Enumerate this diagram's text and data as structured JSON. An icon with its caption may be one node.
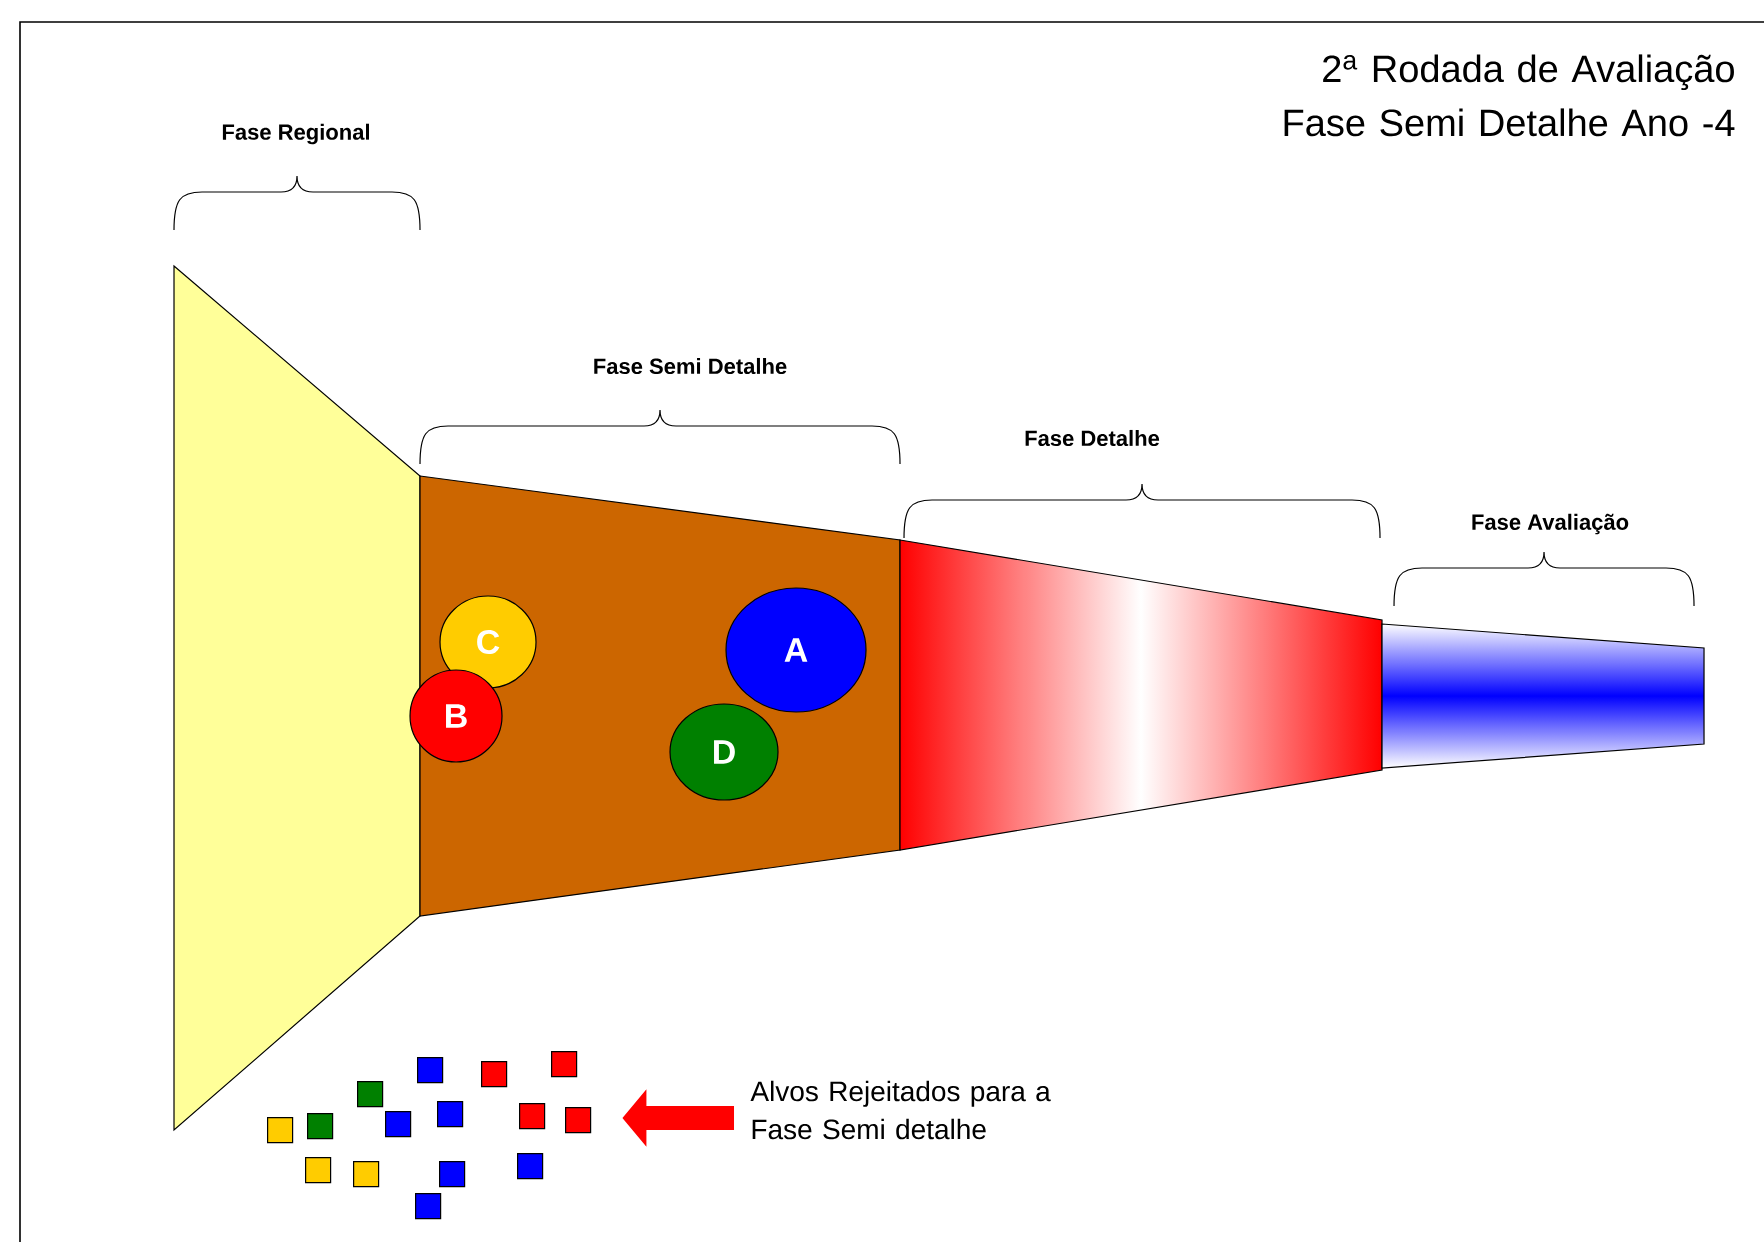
{
  "diagram": {
    "title": "2$^{a}$ Rodada de Avaliação Fase Semi Detalhe Ano -4",
    "nodes": [
      {
        "text": [
          "Fase Regional"
        ]
      },
      {
        "text": [
          "Fase Semi Detalhe"
        ]
      },
      {
        "text": [
          "Fase Detalhe"
        ]
      },
      {
        "text": [
          "Fase Avaliação"
        ]
      },
      {
        "text": [
          "C"
        ],
        "in": 1
      },
      {
        "text": [
          "B"
        ],
        "in": 1
      },
      {
        "text": [
          "A"
        ],
        "in": 1
      },
      {
        "text": [
          "D"
        ],
        "in": 1
      },
      {
        "text": [],
        "shape": "picture"
      },
      {
        "text": [
          "Alvos Rejeitados para a Fase Semi detalhe"
        ]
      }
    ],
    "edges": [
      {
        "from": 9,
        "to": 8,
        "arrow": "to",
        "color": "#ff0000"
      }
    ]
  }
}
